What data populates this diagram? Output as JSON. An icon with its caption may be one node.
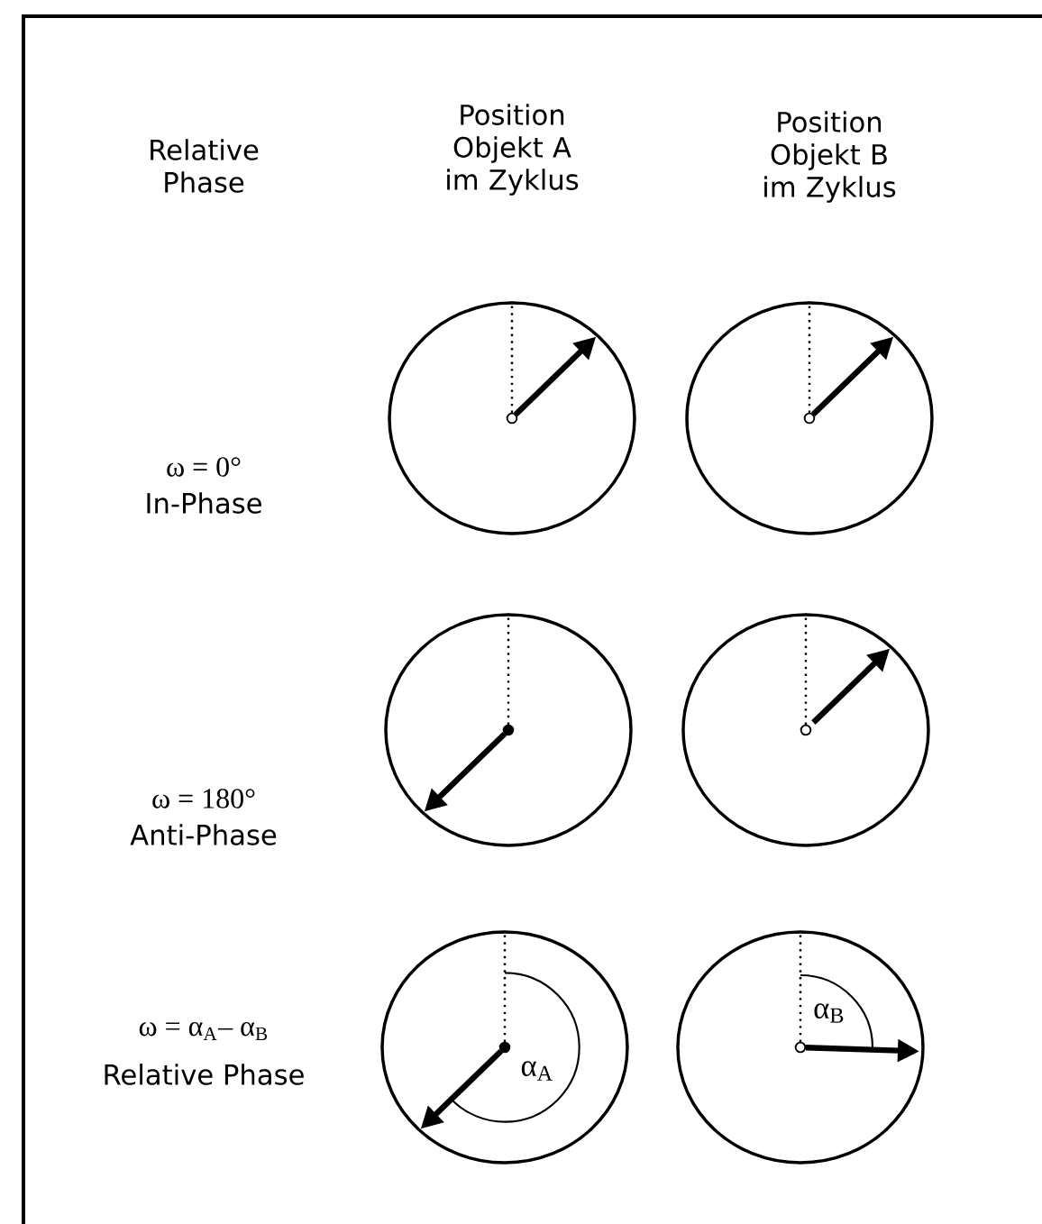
{
  "diagram": {
    "labels": [
      "Relative Phase",
      "Position Objekt A im Zyklus",
      "Position Objekt B im Zyklus",
      "ω = 0°",
      "In-Phase",
      "ω = 180°",
      "Anti-Phase",
      "ω = α$_{A}$– α$_{B}$",
      "Relative Phase",
      "α$_{A}$",
      "α$_{B}$"
    ]
  }
}
